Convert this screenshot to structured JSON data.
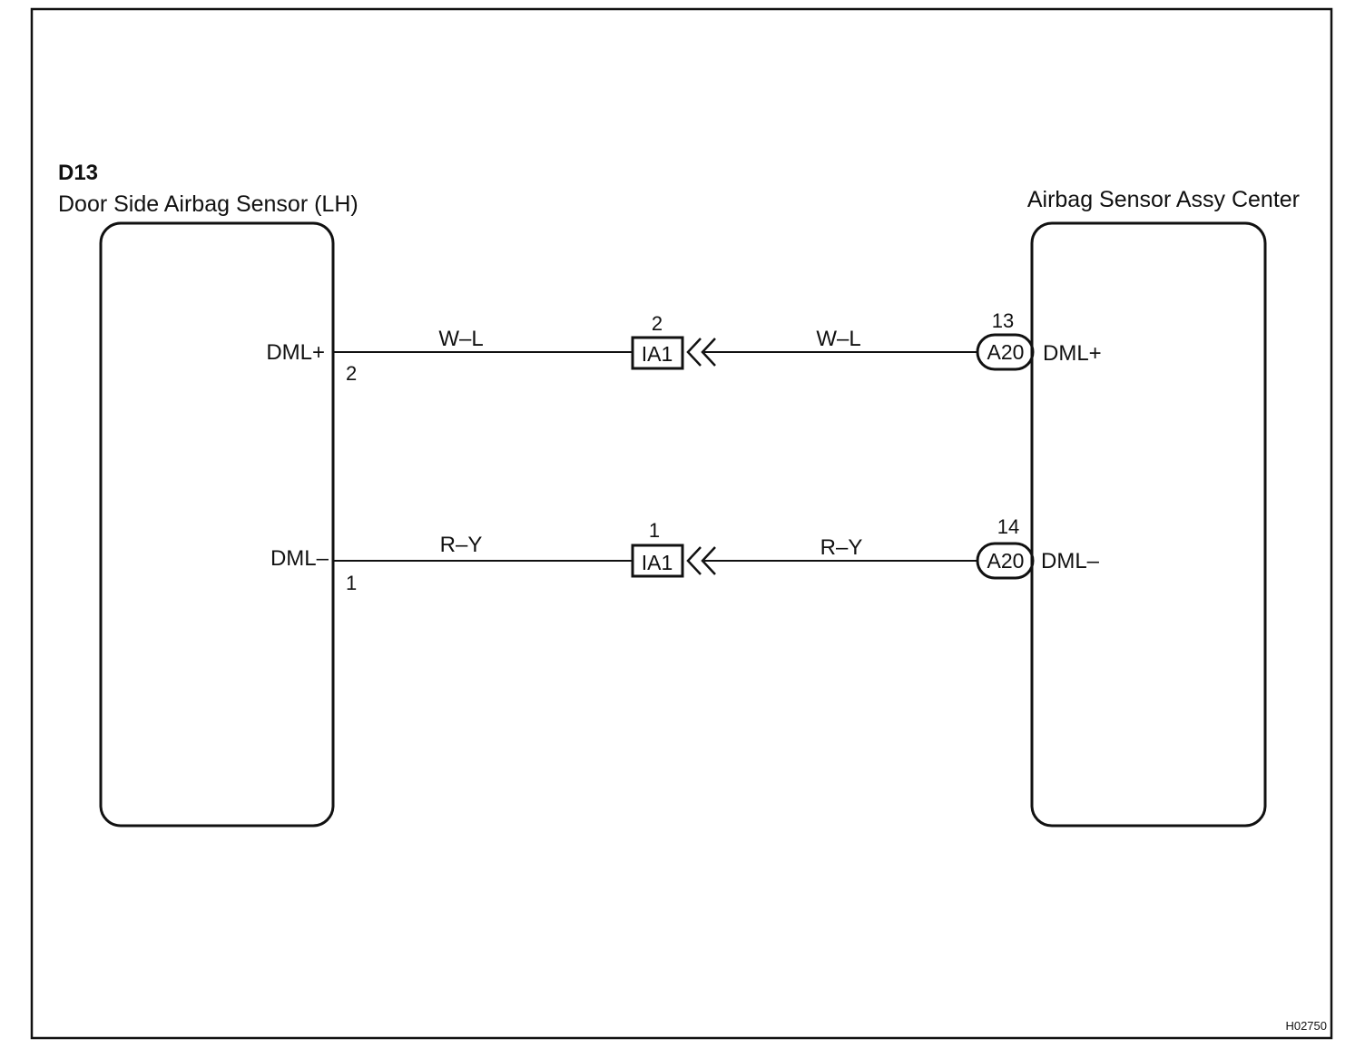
{
  "left_component": {
    "code": "D13",
    "name": "Door Side Airbag Sensor (LH)",
    "pins": [
      {
        "name": "DML+",
        "number": "2"
      },
      {
        "name": "DML–",
        "number": "1"
      }
    ]
  },
  "right_component": {
    "name": "Airbag Sensor Assy Center",
    "connector": "A20",
    "pins": [
      {
        "name": "DML+",
        "number": "13"
      },
      {
        "name": "DML–",
        "number": "14"
      }
    ]
  },
  "junction_connector": {
    "label": "IA1",
    "pins": [
      "2",
      "1"
    ]
  },
  "wires": [
    {
      "left_color": "W–L",
      "right_color": "W–L"
    },
    {
      "left_color": "R–Y",
      "right_color": "R–Y"
    }
  ],
  "figure_id": "H02750"
}
